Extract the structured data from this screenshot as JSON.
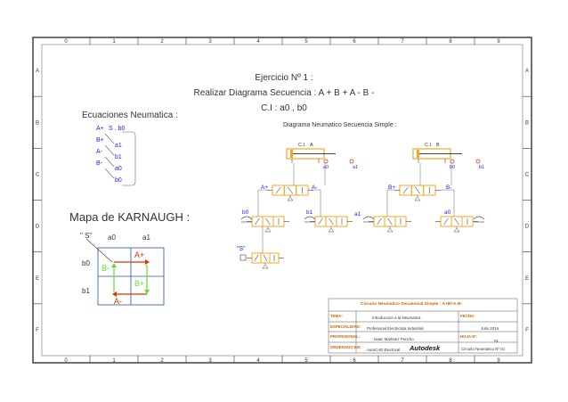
{
  "header": {
    "line1": "Ejercicio Nº 1 :",
    "line2": "Realizar Diagrama Secuencia : A + B + A - B -",
    "line3": "C.I : a0 , b0"
  },
  "frame": {
    "columns": [
      "0",
      "1",
      "2",
      "3",
      "4",
      "5",
      "6",
      "7",
      "8",
      "9"
    ],
    "rows": [
      "A",
      "B",
      "C",
      "D",
      "E",
      "F"
    ]
  },
  "equations": {
    "title": "Ecuaciones  Neumatica :",
    "rows": [
      {
        "left": "A+",
        "right": "S . b0"
      },
      {
        "left": "B+",
        "right": "a1"
      },
      {
        "left": "A-",
        "right": "b1"
      },
      {
        "left": "B-",
        "right": "a0"
      },
      {
        "left": "",
        "right": "b0"
      }
    ]
  },
  "karnaugh": {
    "title": "Mapa de  KARNAUGH :",
    "signal_label": "\" S\"",
    "col_labels": [
      "a0",
      "a1"
    ],
    "row_labels": [
      "b0",
      "b1"
    ],
    "moves": {
      "a_plus": "A+",
      "b_plus": "B+",
      "a_minus": "A-",
      "b_minus": "B-"
    }
  },
  "diagram": {
    "title": "Diagrama  Neumatico Secuencia Simple  :",
    "cylinder_a": {
      "label": "A",
      "ci": "C.I.",
      "sensor_left": "a0",
      "sensor_right": "a1"
    },
    "cylinder_b": {
      "label": "B",
      "ci": "C.I.",
      "sensor_left": "b0",
      "sensor_right": "b1"
    },
    "valve_labels": [
      "A+",
      "A-",
      "B+",
      "B-"
    ],
    "limit_labels": [
      "b0",
      "b1",
      "a1",
      "a0"
    ],
    "start_label": "\"S\""
  },
  "title_block": {
    "main_title": "Circuito Neumatico Secuencial Simple : A+B+A-B-",
    "tema_label": "TEMA:",
    "tema_value": "Introduccion a la Neumatica",
    "especialidad_label": "ESPECIALIDAD:",
    "especialidad_value": "Profesional Electricista Industrial",
    "profesional_label": "PROFESIONAL:",
    "profesional_value": "Isaac Martinez Pericho",
    "ordenado_label": "ORDENADO EN:",
    "ordenado_value": "AutoCAD Electrical",
    "logo": "Autodesk",
    "fecha_label": "FECHA:",
    "fecha_value": "Julio 2016",
    "hoja_label": "HOJA Nº:",
    "hoja_value": "01",
    "plano_value": "Circuito Neumatico Nº 01"
  },
  "colors": {
    "frame": "#333333",
    "cylinder": "#f5a623",
    "valve": "#f5a623",
    "blue_text": "#1a1aff",
    "red_arrow": "#dd3300",
    "green_arrow": "#66dd33",
    "karnaugh_grid": "#2255aa",
    "sensor": "#cc3333"
  }
}
